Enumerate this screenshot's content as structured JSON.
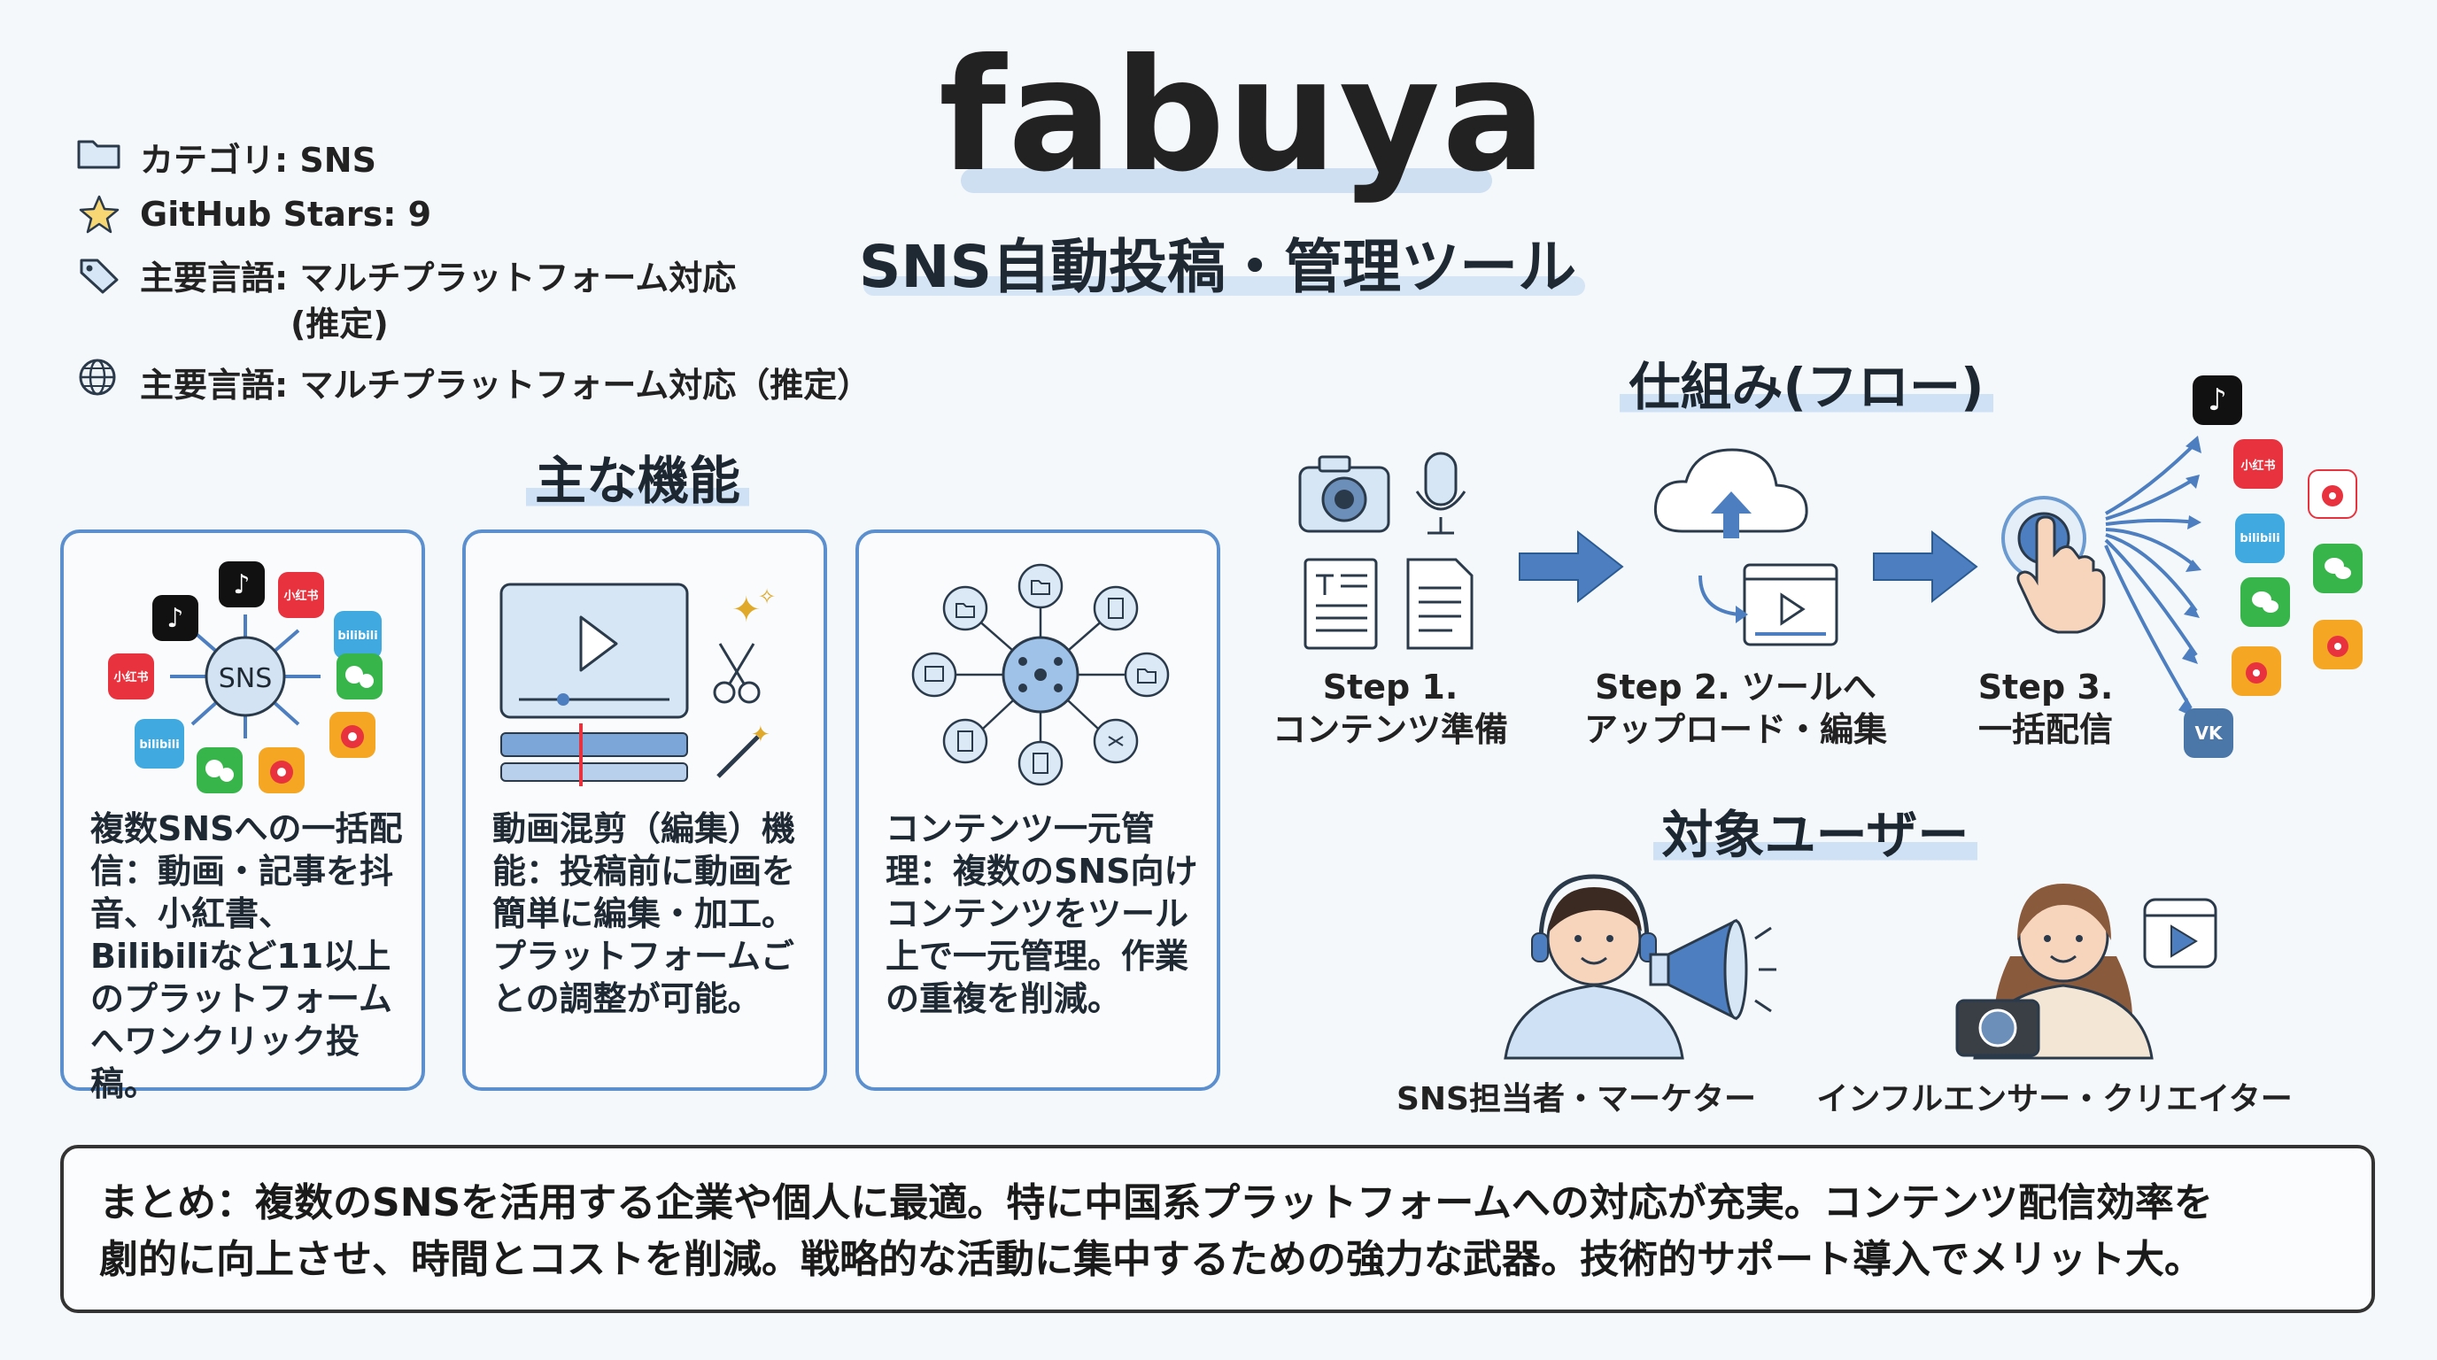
{
  "header": {
    "title": "fabuya",
    "subtitle": "SNS自動投稿・管理ツール"
  },
  "meta": [
    {
      "icon": "folder-icon",
      "text": "カテゴリ: SNS"
    },
    {
      "icon": "star-icon",
      "text": "GitHub Stars: 9"
    },
    {
      "icon": "tag-icon",
      "text": "主要言語: マルチプラットフォーム対応",
      "text2": "(推定)"
    },
    {
      "icon": "globe-icon",
      "text": "主要言語: マルチプラットフォーム対応（推定）"
    }
  ],
  "features": {
    "title": "主な機能",
    "cards": [
      {
        "hub_label": "SNS",
        "text": "複数SNSへの一括配信：動画・記事を抖音、小紅書、Bilibiliなど11以上のプラットフォームへワンクリック投稿。"
      },
      {
        "text": "動画混剪（編集）機能：投稿前に動画を簡単に編集・加工。プラットフォームごとの調整が可能。"
      },
      {
        "text": "コンテンツ一元管理：複数のSNS向けコンテンツをツール上で一元管理。作業の重複を削減。"
      }
    ]
  },
  "flow": {
    "title": "仕組み(フロー)",
    "steps": [
      {
        "line1": "Step 1.",
        "line2": "コンテンツ準備"
      },
      {
        "line1": "Step 2. ツールへ",
        "line2": "アップロード・編集"
      },
      {
        "line1": "Step 3.",
        "line2": "一括配信"
      }
    ]
  },
  "platform_labels": {
    "xiaohongshu": "小红书",
    "bilibili": "bilibili",
    "vk": "VK"
  },
  "users": {
    "title": "対象ユーザー",
    "items": [
      {
        "label": "SNS担当者・マーケター"
      },
      {
        "label": "インフルエンサー・クリエイター"
      }
    ]
  },
  "summary": {
    "line1": "まとめ：複数のSNSを活用する企業や個人に最適。特に中国系プラットフォームへの対応が充実。コンテンツ配信効率を",
    "line2": "劇的に向上させ、時間とコストを削減。戦略的な活動に集中するための強力な武器。技術的サポート導入でメリット大。"
  },
  "colors": {
    "accent": "#5b8fce",
    "highlight": "#cfe1f4",
    "tiktok": "#111111",
    "xiaohongshu": "#e8333f",
    "bilibili": "#3fa9e0",
    "wechat": "#38b54a",
    "weibo": "#f5a623",
    "vk": "#4a76a8"
  }
}
